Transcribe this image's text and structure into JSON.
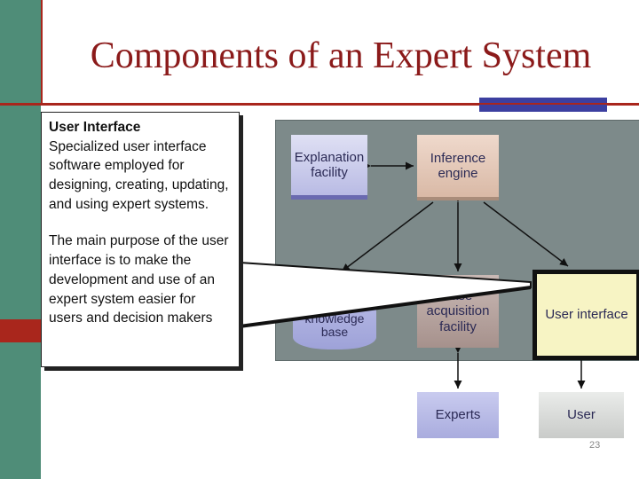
{
  "slide": {
    "title": "Components of an Expert System",
    "page_number": "23"
  },
  "callout": {
    "heading": "User Interface",
    "paragraph1": "Specialized user interface software employed for designing, creating, updating, and using expert systems.",
    "paragraph2": "The main purpose of the user interface is to make the development and use of an expert system easier for users and decision makers"
  },
  "diagram": {
    "explanation_facility": "Explanation facility",
    "inference_engine": "Inference engine",
    "knowledge_base": "knowledge base",
    "knowledge_acquisition_facility": "base acquisition facility",
    "user_interface": "User interface",
    "experts": "Experts",
    "user": "User"
  },
  "colors": {
    "title": "#8b1a1a",
    "accent_green": "#4f8d78",
    "accent_red": "#a9261c",
    "diagram_bg": "#7d8a8a"
  }
}
